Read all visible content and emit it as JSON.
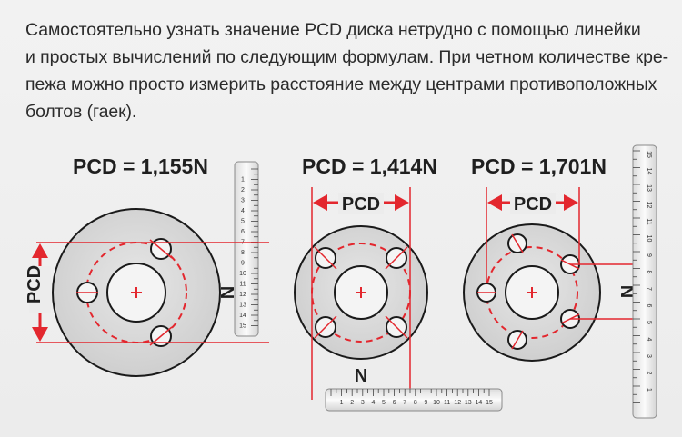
{
  "intro": {
    "line1": "Самостоятельно узнать значение PCD диска нетрудно с помощью линейки",
    "line2": "и простых вычислений по следующим формулам. При четном количестве кре-",
    "line3": "пежа можно просто измерить расстояние между центрами противоположных",
    "line4": "болтов (гаек)."
  },
  "diagrams": [
    {
      "formula": "PCD = 1,155N",
      "pcd_label": "PCD",
      "n_label": "N",
      "bolts": 3
    },
    {
      "formula": "PCD = 1,414N",
      "pcd_label": "PCD",
      "n_label": "N",
      "bolts": 4
    },
    {
      "formula": "PCD = 1,701N",
      "pcd_label": "PCD",
      "n_label": "N",
      "bolts": 5
    }
  ],
  "ruler_ticks": [
    "1",
    "2",
    "3",
    "4",
    "5",
    "6",
    "7",
    "8",
    "9",
    "10",
    "11",
    "12",
    "13",
    "14",
    "15"
  ],
  "colors": {
    "accent": "#e3272e",
    "disc": "#d9d9d9",
    "disc_edge": "#1a1a1a",
    "ruler": "#f7f7f7",
    "text": "#2b2b2b"
  },
  "icons": {
    "center_mark": "plus",
    "arrow": "triangle-arrow"
  }
}
